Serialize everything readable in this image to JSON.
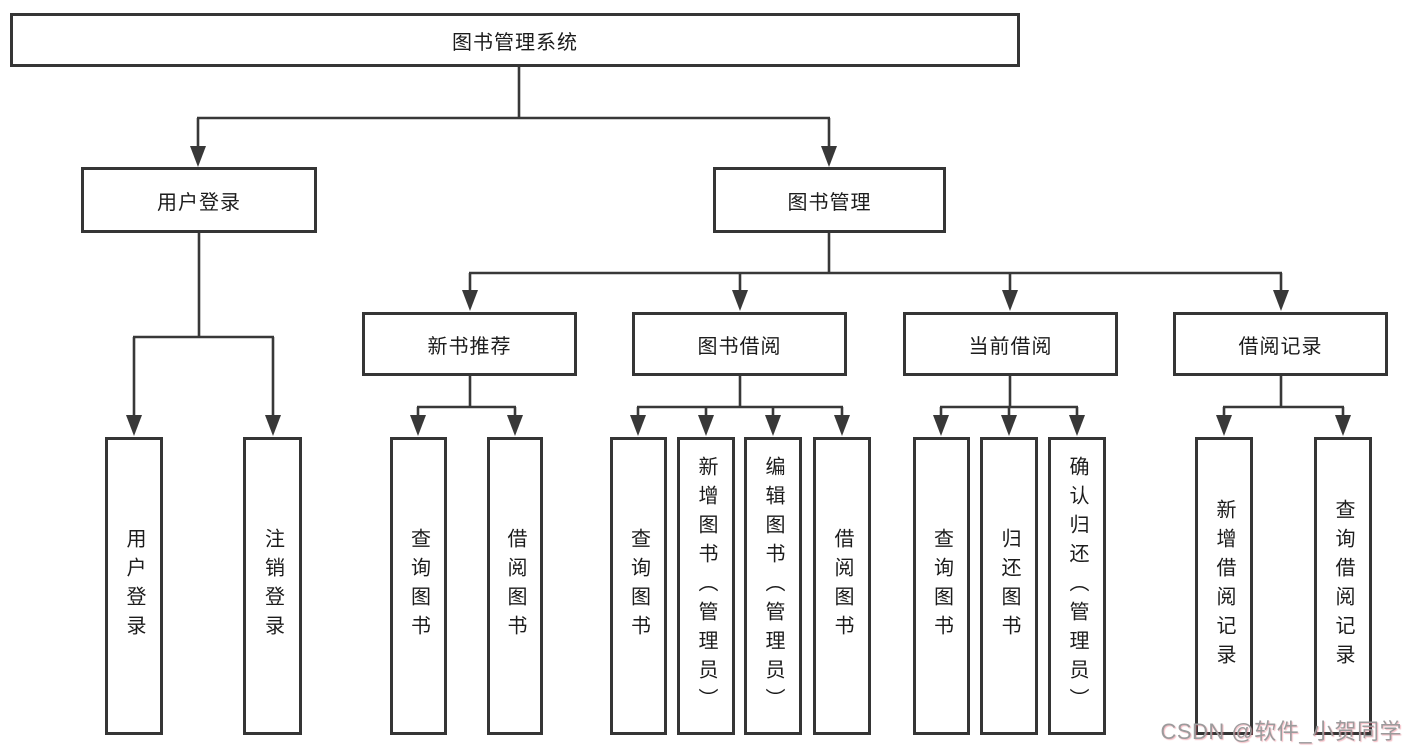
{
  "diagram": {
    "colors": {
      "line": "#383838",
      "box_border": "#353535",
      "text": "#1c1c1c",
      "watermark_gray": "#9b9b9c",
      "watermark_pink_tint": "#e9687b",
      "background": "#ffffff"
    },
    "tree": {
      "root": {
        "label": "图书管理系统"
      },
      "branches": [
        {
          "label": "用户登录",
          "children": [
            {
              "label": "用户登录"
            },
            {
              "label": "注销登录"
            }
          ]
        },
        {
          "label": "图书管理",
          "children": [
            {
              "label": "新书推荐",
              "children": [
                {
                  "label": "查询图书"
                },
                {
                  "label": "借阅图书"
                }
              ]
            },
            {
              "label": "图书借阅",
              "children": [
                {
                  "label": "查询图书"
                },
                {
                  "label": "新增图书（管理员）"
                },
                {
                  "label": "编辑图书（管理员）"
                },
                {
                  "label": "借阅图书"
                }
              ]
            },
            {
              "label": "当前借阅",
              "children": [
                {
                  "label": "查询图书"
                },
                {
                  "label": "归还图书"
                },
                {
                  "label": "确认归还（管理员）"
                }
              ]
            },
            {
              "label": "借阅记录",
              "children": [
                {
                  "label": "新增借阅记录"
                },
                {
                  "label": "查询借阅记录"
                }
              ]
            }
          ]
        }
      ]
    },
    "watermark": "CSDN @软件_小贺同学"
  }
}
